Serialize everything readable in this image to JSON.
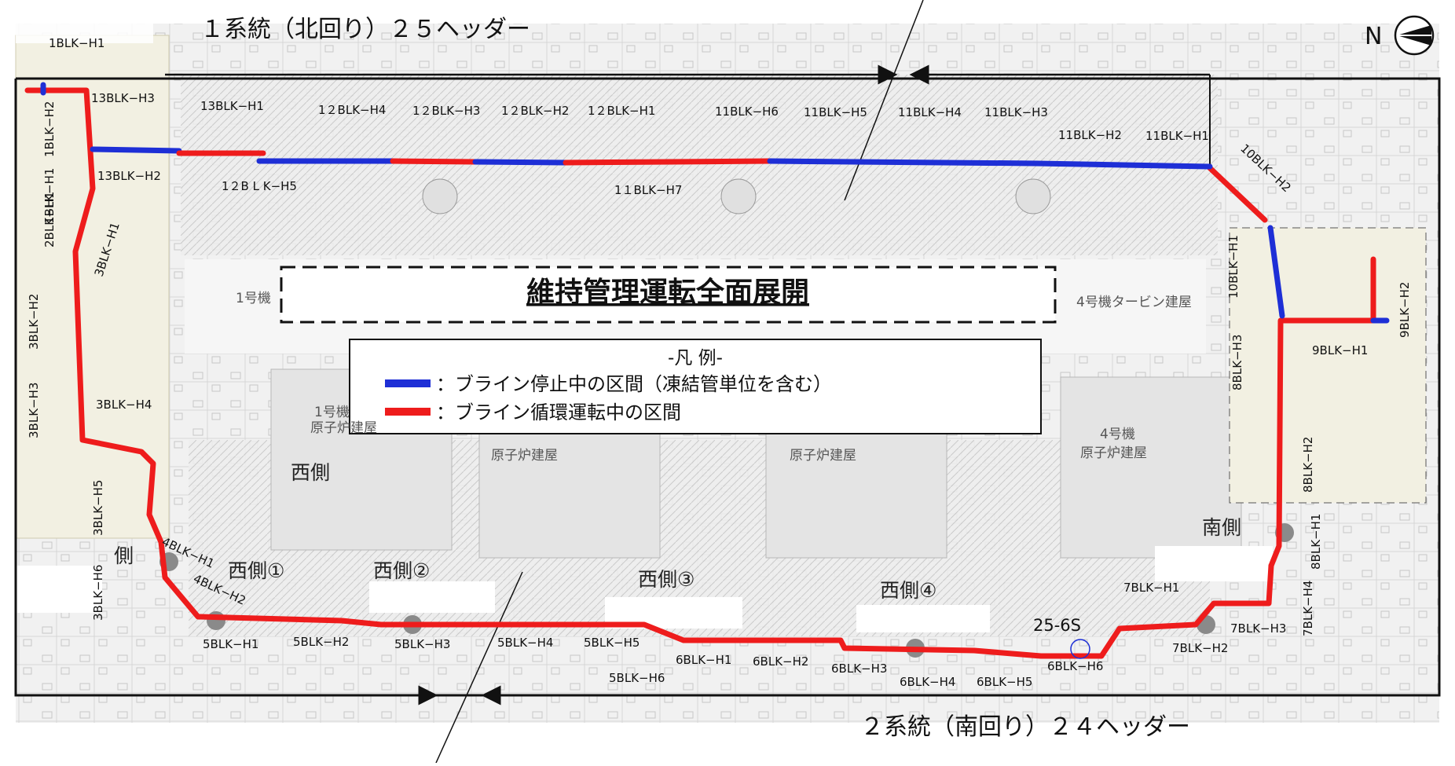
{
  "header_north": "１系統（北回り）２５ヘッダー",
  "header_south": "２系統（南回り）２４ヘッダー",
  "north_indicator": "N",
  "title": "維持管理運転全面展開",
  "legend": {
    "title": "-凡 例-",
    "blue_label": "：ブライン停止中の区間（凍結管単位を含む）",
    "red_label": "：ブライン循環運転中の区間"
  },
  "colors": {
    "stopped": "#1e2fd6",
    "running": "#ee1c1c",
    "frame": "#111111"
  },
  "building_labels": {
    "unit1_turbine": "1号機",
    "unit4_turbine": "4号機タービン建屋",
    "unit1_reactor_a": "1号機",
    "unit1_reactor_b": "原子炉建屋",
    "unit2_reactor": "原子炉建屋",
    "unit3_reactor": "原子炉建屋",
    "unit4_reactor_a": "4号機",
    "unit4_reactor_b": "原子炉建屋"
  },
  "side_labels": {
    "west": "西側",
    "west1": "西側①",
    "west2": "西側②",
    "west3": "西側③",
    "west4": "西側④",
    "south": "南側",
    "partial_side": "側"
  },
  "point_label": "25-6S",
  "blocks": {
    "b1h1": "1BLK−H1",
    "b13h3": "13BLK−H3",
    "b13h1": "13BLK−H1",
    "b13h2": "13BLK−H2",
    "b12h4": "1２BLK−H4",
    "b12h3": "1２BLK−H3",
    "b12h2": "1２BLK−H2",
    "b12h1": "1２BLK−H1",
    "b12h5": "1２B L K−H5",
    "b11h6": "11BLK−H6",
    "b11h5": "11BLK−H5",
    "b11h4": "11BLK−H4",
    "b11h3": "11BLK−H3",
    "b11h2": "11BLK−H2",
    "b11h1": "11BLK−H1",
    "b11h7": "1１BLK−H7",
    "b10h2": "10BLK−H2",
    "b10h1": "10BLK−H1",
    "b1h2v": "1BLK−H2",
    "b1h1v": "1BLK−H1",
    "b2h1": "2BLK−H1",
    "b3h1": "3BLK−H1",
    "b3h2": "3BLK−H2",
    "b3h3": "3BLK−H3",
    "b3h4": "3BLK−H4",
    "b3h5": "3BLK−H5",
    "b3h6": "3BLK−H6",
    "b4h1": "4BLK−H1",
    "b4h2": "4BLK−H2",
    "b5h1": "5BLK−H1",
    "b5h2": "5BLK−H2",
    "b5h3": "5BLK−H3",
    "b5h4": "5BLK−H4",
    "b5h5": "5BLK−H5",
    "b5h6": "5BLK−H6",
    "b6h1": "6BLK−H1",
    "b6h2": "6BLK−H2",
    "b6h3": "6BLK−H3",
    "b6h4": "6BLK−H4",
    "b6h5": "6BLK−H5",
    "b6h6": "6BLK−H6",
    "b7h1": "7BLK−H1",
    "b7h2": "7BLK−H2",
    "b7h3": "7BLK−H3",
    "b7h4": "7BLK−H4",
    "b8h1": "8BLK−H1",
    "b8h2": "8BLK−H2",
    "b8h3": "8BLK−H3",
    "b9h1": "9BLK−H1",
    "b9h2": "9BLK−H2"
  }
}
